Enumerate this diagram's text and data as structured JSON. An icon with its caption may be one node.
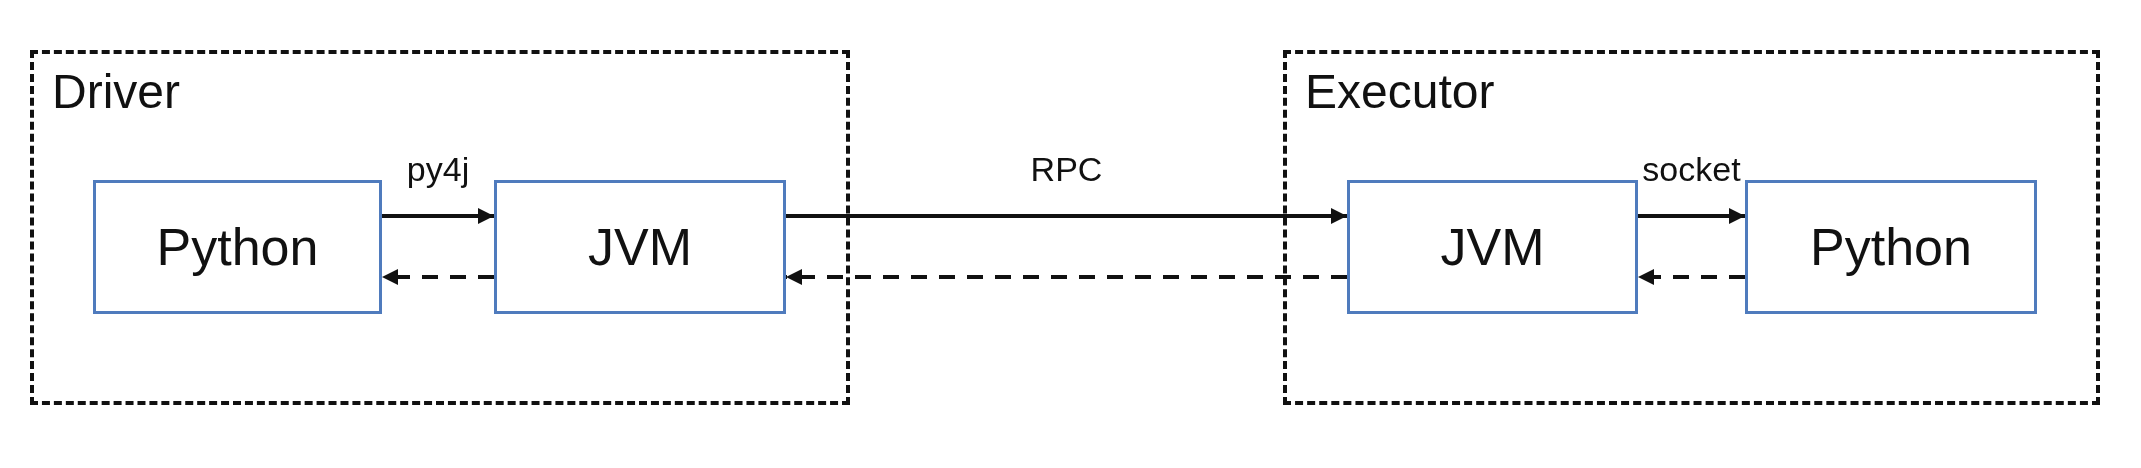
{
  "diagram": {
    "nodes": [
      {
        "text": [
          "Driver"
        ]
      },
      {
        "text": [
          "Python"
        ],
        "in": 0
      },
      {
        "text": [
          "JVM"
        ],
        "in": 0
      },
      {
        "text": [
          "Executor"
        ]
      },
      {
        "text": [
          "JVM"
        ],
        "in": 3
      },
      {
        "text": [
          "Python"
        ],
        "in": 3
      }
    ],
    "edges": [
      {
        "from": 1,
        "to": 2,
        "arrow": "to",
        "label": "py4j"
      },
      {
        "from": 2,
        "to": 1,
        "arrow": "to",
        "style": "dashed"
      },
      {
        "from": 2,
        "to": 4,
        "arrow": "to",
        "label": "RPC"
      },
      {
        "from": 4,
        "to": 2,
        "arrow": "to",
        "style": "dashed"
      },
      {
        "from": 4,
        "to": 5,
        "arrow": "to",
        "label": "socket"
      },
      {
        "from": 5,
        "to": 4,
        "arrow": "to",
        "style": "dashed"
      }
    ]
  }
}
